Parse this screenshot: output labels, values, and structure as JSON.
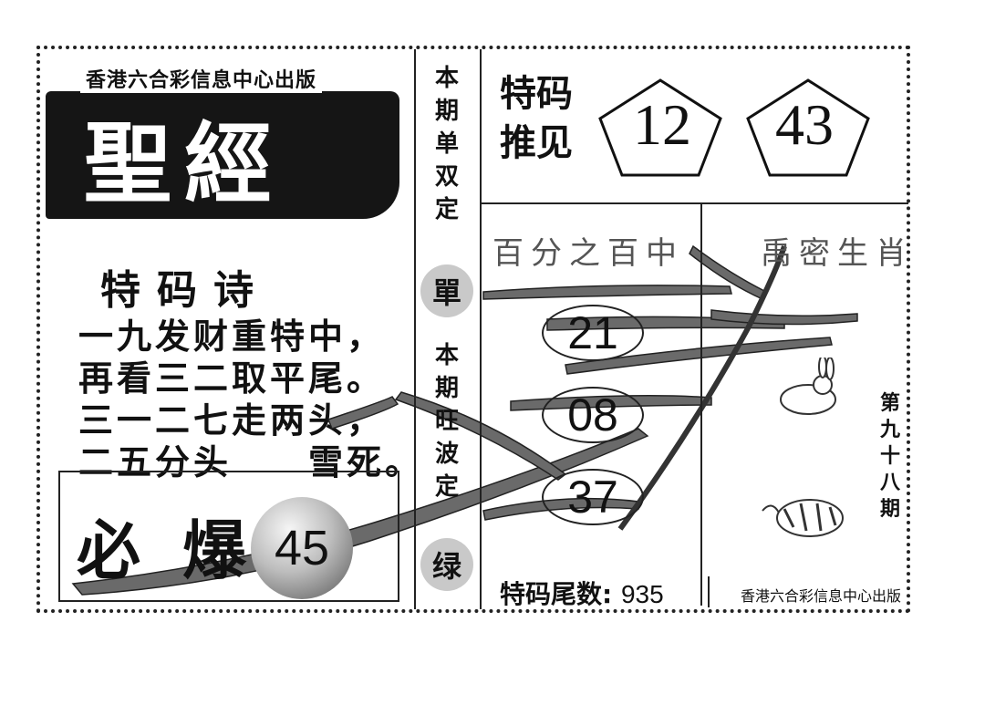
{
  "publisher": "香港六合彩信息中心出版",
  "title": "聖經",
  "poem": {
    "title": "特码诗",
    "lines": [
      "一九发财重特中，",
      "再看三二取平尾。",
      "三一二七走两头，",
      "二五分头　　雪死。"
    ]
  },
  "bibao": {
    "label": "必爆",
    "number": "45"
  },
  "center_column": {
    "danshuang_label": "本期单双定",
    "danshuang_value": "單",
    "wangbo_label": "本期旺波定",
    "wangbo_value": "绿"
  },
  "tema_tuijian": {
    "label": "特码推见",
    "numbers": [
      "12",
      "43"
    ]
  },
  "handwritten_title": "百分之百中　　禹密生肖",
  "picks": [
    "21",
    "08",
    "37"
  ],
  "issue": "第九十八期",
  "tail": {
    "label": "特码尾数:",
    "value": "935"
  },
  "footer_publisher": "香港六合彩信息中心出版"
}
